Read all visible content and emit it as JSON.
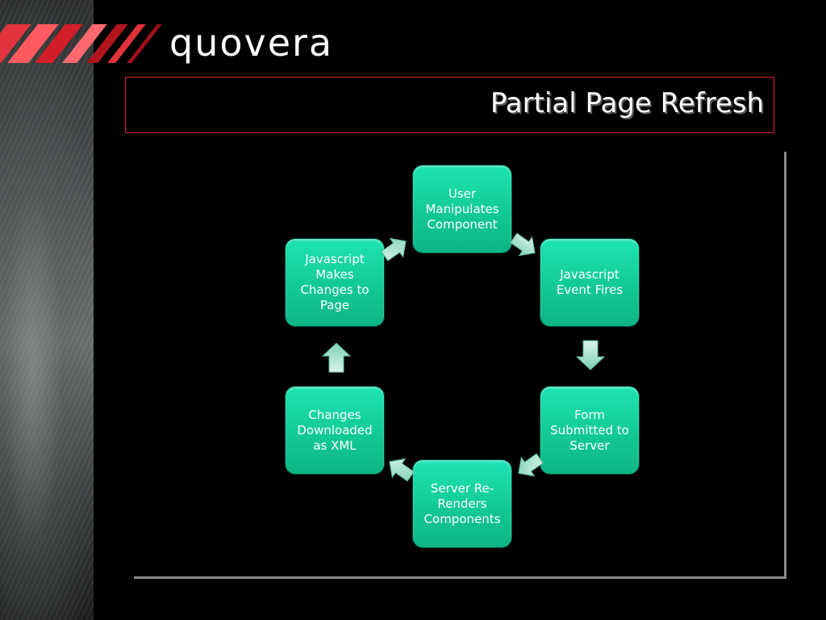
{
  "logo": {
    "text": "quovera"
  },
  "title": "Partial Page Refresh",
  "colors": {
    "background": "#000000",
    "accent_red": "#c8202a",
    "node_fill": "#12c996",
    "arrow_fill": "#a8e6cf"
  },
  "cycle": {
    "nodes": [
      {
        "id": "user-manipulates",
        "label": "User Manipulates Component"
      },
      {
        "id": "event-fires",
        "label": "Javascript Event Fires"
      },
      {
        "id": "form-submitted",
        "label": "Form Submitted to Server"
      },
      {
        "id": "server-rerenders",
        "label": "Server Re-Renders Components"
      },
      {
        "id": "changes-downloaded",
        "label": "Changes Downloaded as XML"
      },
      {
        "id": "js-makes-changes",
        "label": "Javascript Makes Changes to Page"
      }
    ],
    "edges": [
      {
        "from": "user-manipulates",
        "to": "event-fires"
      },
      {
        "from": "event-fires",
        "to": "form-submitted"
      },
      {
        "from": "form-submitted",
        "to": "server-rerenders"
      },
      {
        "from": "server-rerenders",
        "to": "changes-downloaded"
      },
      {
        "from": "changes-downloaded",
        "to": "js-makes-changes"
      },
      {
        "from": "js-makes-changes",
        "to": "user-manipulates"
      }
    ]
  }
}
